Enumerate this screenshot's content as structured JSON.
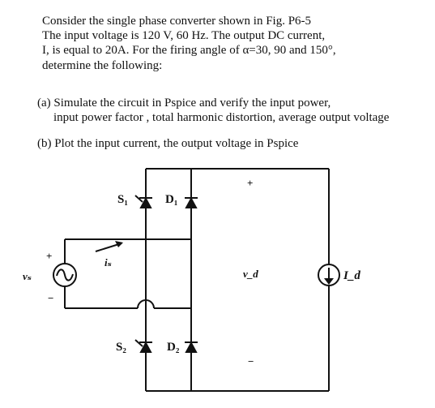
{
  "problem": {
    "line1": "Consider the single phase converter shown in Fig. P6-5",
    "line2": "The input voltage is 120 V, 60 Hz. The output DC current,",
    "line3": "I, is equal to 20A.  For the firing angle of α=30, 90 and 150°,",
    "line4": "determine the following:"
  },
  "parts": {
    "a_line1": "(a) Simulate the circuit in Pspice and verify the input power,",
    "a_line2": "input power factor , total harmonic distortion, average output voltage",
    "b_line": "(b) Plot the input current, the output voltage in Pspice"
  },
  "circuit": {
    "s1": "S₁",
    "d1": "D₁",
    "s2": "S₂",
    "d2": "D₂",
    "vs": "vₛ",
    "is": "iₛ",
    "vd": "v_d",
    "id": "I_d",
    "plus": "+",
    "minus": "−"
  }
}
